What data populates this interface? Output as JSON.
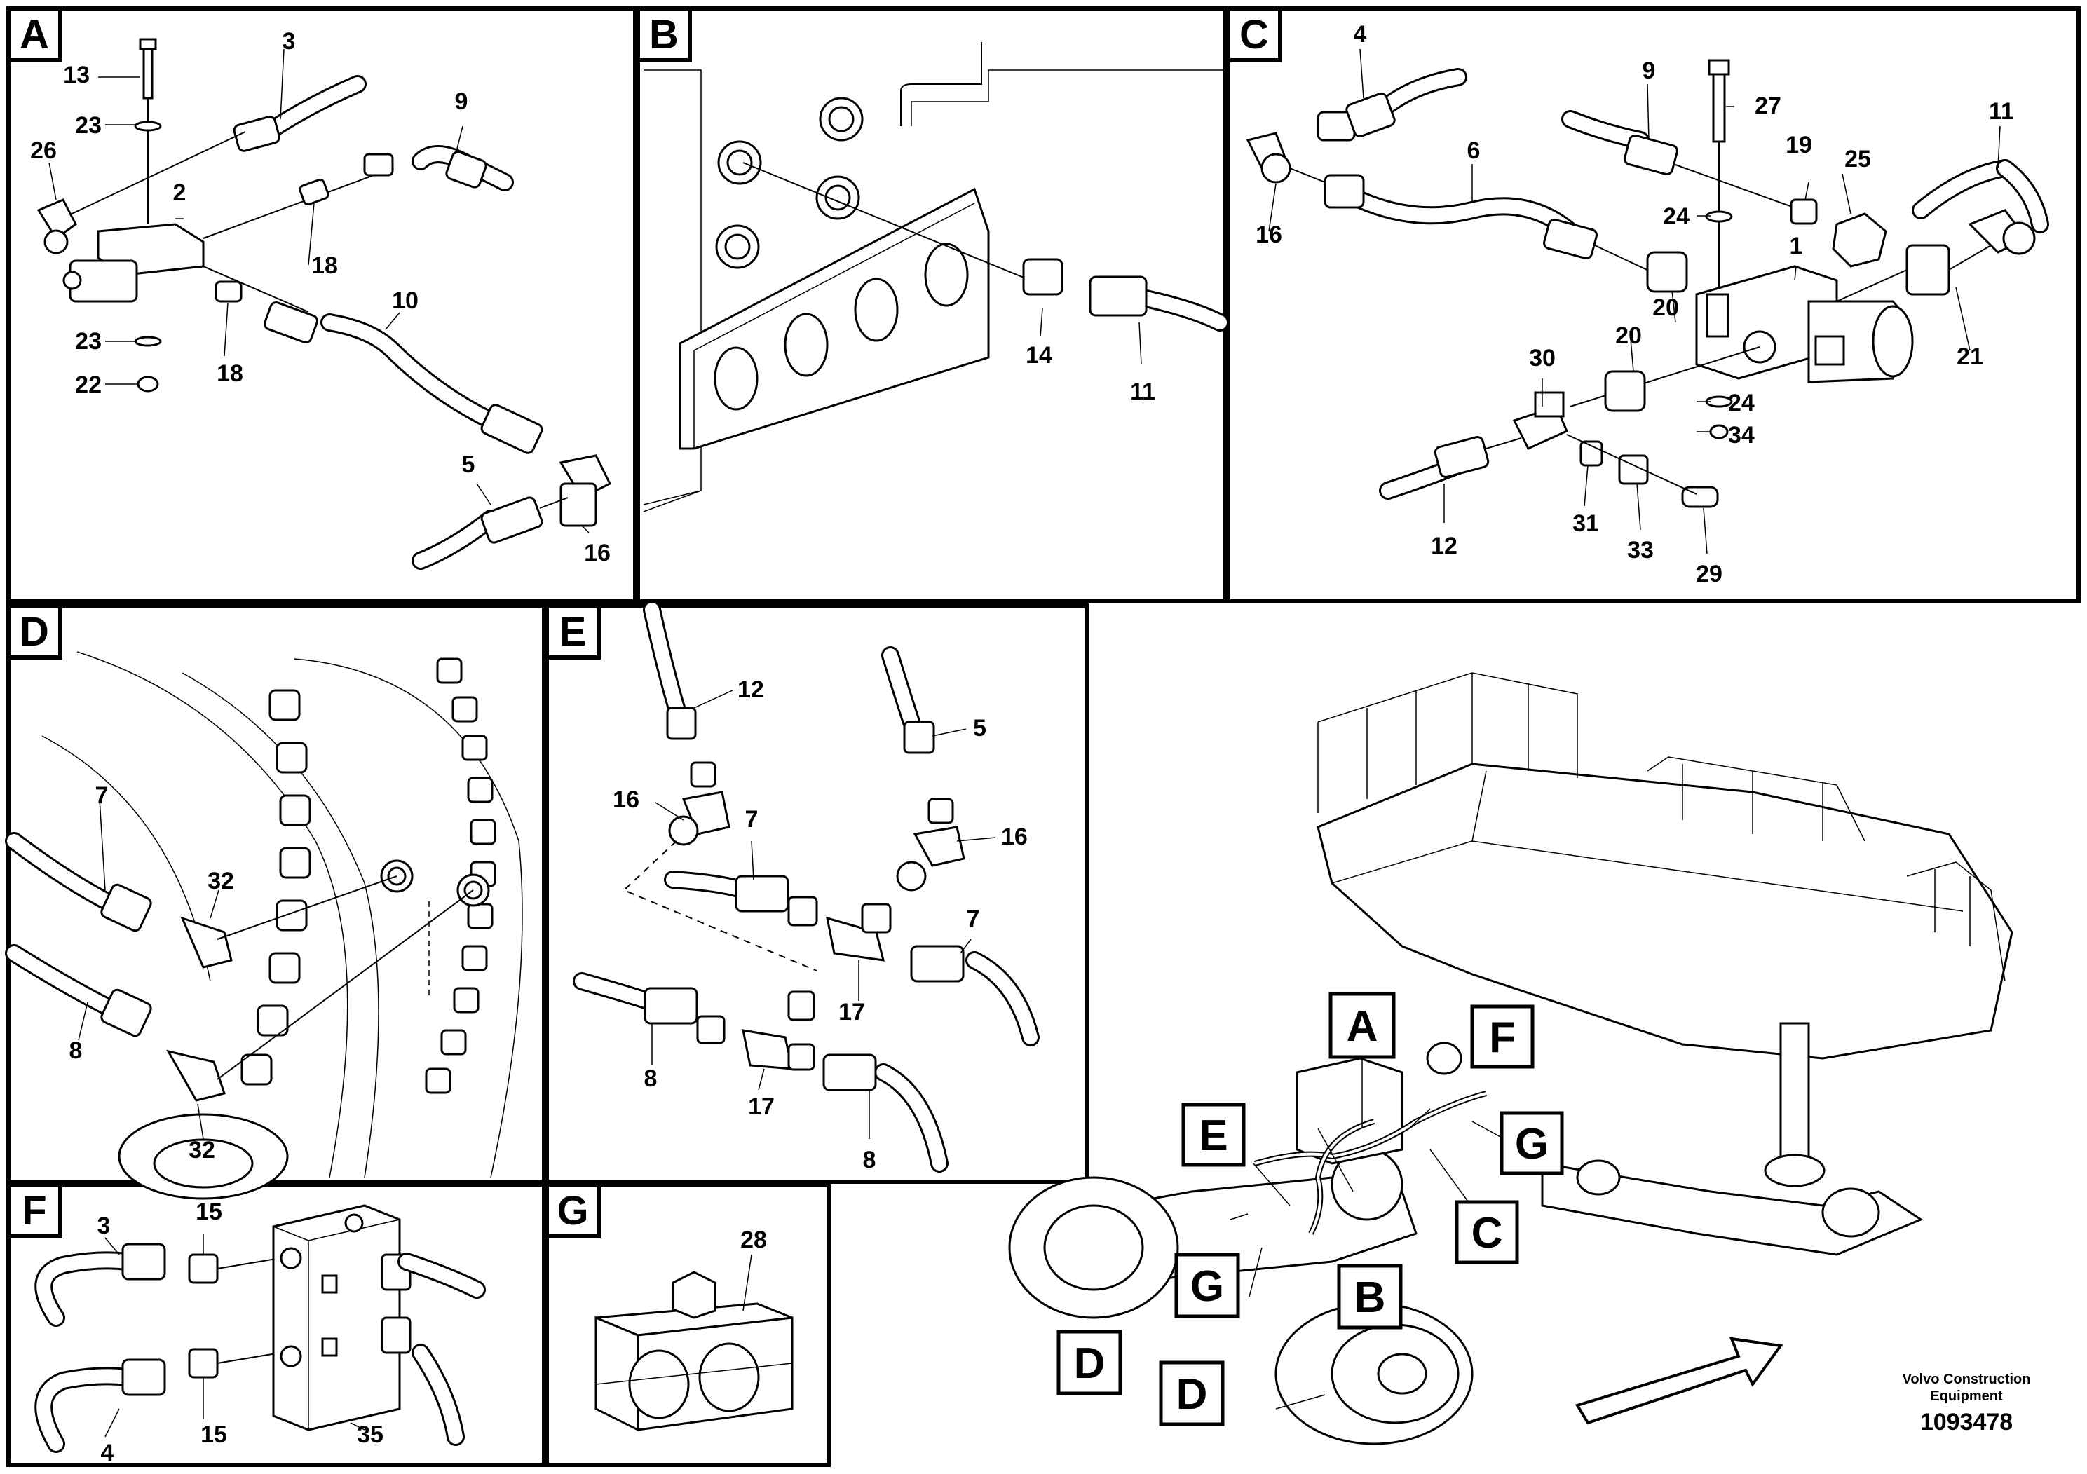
{
  "panels": [
    {
      "letter": "A",
      "labels": [
        "13",
        "3",
        "23",
        "26",
        "2",
        "9",
        "18",
        "10",
        "23",
        "22",
        "18",
        "5",
        "16"
      ]
    },
    {
      "letter": "B",
      "labels": [
        "14",
        "11"
      ]
    },
    {
      "letter": "C",
      "labels": [
        "4",
        "9",
        "27",
        "11",
        "6",
        "19",
        "25",
        "16",
        "24",
        "1",
        "20",
        "20",
        "21",
        "30",
        "24",
        "34",
        "12",
        "31",
        "33",
        "29"
      ]
    },
    {
      "letter": "D",
      "labels": [
        "7",
        "32",
        "8",
        "32"
      ]
    },
    {
      "letter": "E",
      "labels": [
        "12",
        "5",
        "16",
        "16",
        "7",
        "7",
        "17",
        "8",
        "17",
        "8"
      ]
    },
    {
      "letter": "F",
      "labels": [
        "3",
        "15",
        "4",
        "15",
        "35"
      ]
    },
    {
      "letter": "G",
      "labels": [
        "28"
      ]
    }
  ],
  "overview": {
    "labels": [
      "A",
      "F",
      "E",
      "G",
      "C",
      "G",
      "B",
      "D",
      "D"
    ]
  },
  "footer": {
    "company_line1": "Volvo Construction",
    "company_line2": "Equipment",
    "figure_number": "1093478"
  }
}
